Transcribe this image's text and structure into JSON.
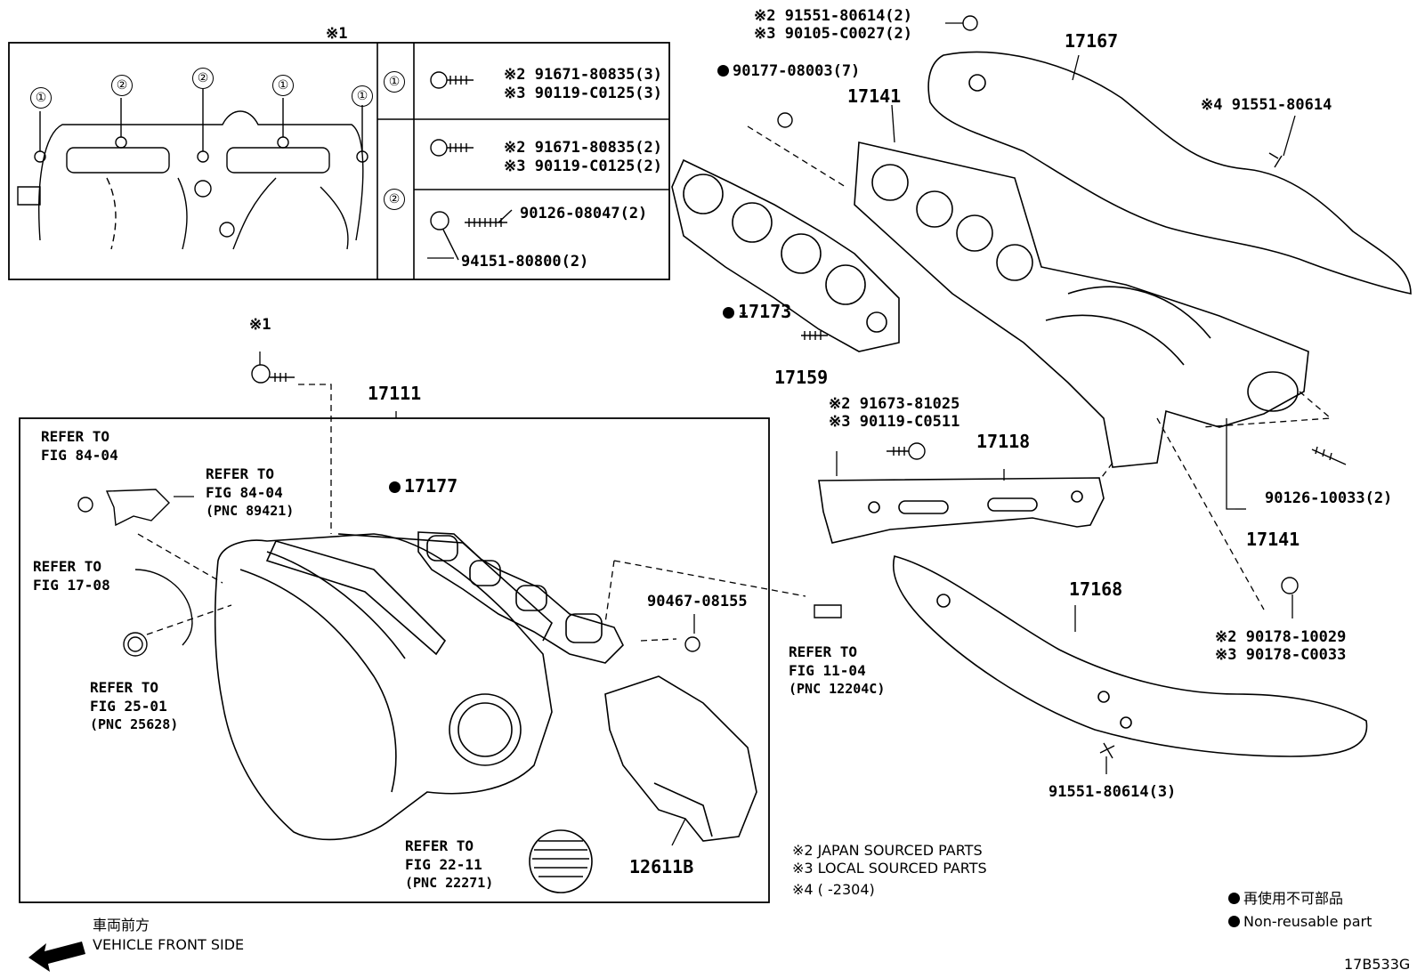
{
  "inset": {
    "title": "※1",
    "top_markers": [
      "①",
      "②",
      "②",
      "①",
      "①"
    ],
    "rows": [
      {
        "marker": "①",
        "parts": [
          "※2 91671-80835(3)",
          "※3 90119-C0125(3)"
        ]
      },
      {
        "marker": "②",
        "parts": [
          "※2 91671-80835(2)",
          "※3 90119-C0125(2)",
          "90126-08047(2)",
          "94151-80800(2)"
        ]
      }
    ]
  },
  "labels": {
    "l01": "※2 91551-80614(2)",
    "l02": "※3 90105-C0027(2)",
    "l03": "90177-08003(7)",
    "l04": "17167",
    "l05": "17141",
    "l06": "※4 91551-80614",
    "l07": "17173",
    "l08": "17159",
    "l09": "※1",
    "l10": "17111",
    "l11": "※2 91673-81025",
    "l12": "※3 90119-C0511",
    "l13": "17118",
    "l14": "90126-10033(2)",
    "l15": "17141",
    "l16": "17177",
    "l17": "17168",
    "l18": "90467-08155",
    "l19": "※2 90178-10029",
    "l20": "※3 90178-C0033",
    "l21": "12611B",
    "l22": "91551-80614(3)"
  },
  "refers": {
    "r1": [
      "REFER TO",
      "FIG 84-04"
    ],
    "r2": [
      "REFER TO",
      "FIG 84-04",
      "(PNC 89421)"
    ],
    "r3": [
      "REFER TO",
      "FIG 17-08"
    ],
    "r4": [
      "REFER TO",
      "FIG 25-01",
      "(PNC 25628)"
    ],
    "r5": [
      "REFER TO",
      "FIG 11-04",
      "(PNC 12204C)"
    ],
    "r6": [
      "REFER TO",
      "FIG 22-11",
      "(PNC 22271)"
    ]
  },
  "notes": [
    "※2  JAPAN SOURCED PARTS",
    "※3  LOCAL SOURCED PARTS",
    "※4 (      -2304)"
  ],
  "legend": {
    "jp": "再使用不可部品",
    "en": "Non-reusable part"
  },
  "direction": {
    "jp": "車両前方",
    "en": "VEHICLE FRONT SIDE"
  },
  "figure_code": "17B533G"
}
